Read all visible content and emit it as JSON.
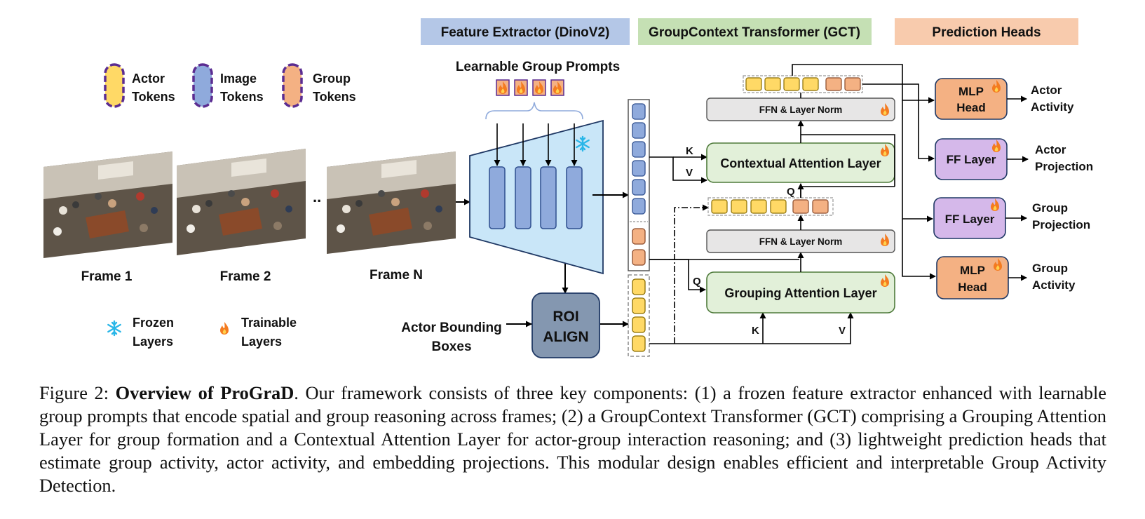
{
  "header_boxes": {
    "feature_extractor": "Feature Extractor (DinoV2)",
    "gct": "GroupContext Transformer (GCT)",
    "prediction_heads": "Prediction Heads"
  },
  "legend": {
    "actor_tokens": [
      "Actor",
      "Tokens"
    ],
    "image_tokens": [
      "Image",
      "Tokens"
    ],
    "group_tokens": [
      "Group",
      "Tokens"
    ],
    "frozen_layers": [
      "Frozen",
      "Layers"
    ],
    "trainable_layers": [
      "Trainable",
      "Layers"
    ]
  },
  "frames": {
    "frame1": "Frame 1",
    "frame2": "Frame 2",
    "frameN": "Frame N",
    "dots": ".."
  },
  "learnable_group_prompts": "Learnable Group Prompts",
  "roi_align": [
    "ROI",
    "ALIGN"
  ],
  "actor_bounding_boxes": [
    "Actor Bounding",
    "Boxes"
  ],
  "ffn_layer_norm": "FFN & Layer Norm",
  "contextual_attention_layer": "Contextual Attention Layer",
  "grouping_attention_layer": "Grouping Attention Layer",
  "qkv": {
    "k": "K",
    "v": "V",
    "q": "Q"
  },
  "heads": {
    "mlp_head": [
      "MLP",
      "Head"
    ],
    "ff_layer": "FF Layer",
    "actor_activity": [
      "Actor",
      "Activity"
    ],
    "actor_projection": [
      "Actor",
      "Projection"
    ],
    "group_projection": [
      "Group",
      "Projection"
    ],
    "group_activity": [
      "Group",
      "Activity"
    ]
  },
  "caption": {
    "prefix": "Figure 2: ",
    "bold": "Overview of ProGraD",
    "body": ". Our framework consists of three key components: (1) a frozen feature extractor enhanced with learnable group prompts that encode spatial and group reasoning across frames; (2) a GroupContext Transformer (GCT) comprising a Grouping Attention Layer for group formation and a Contextual Attention Layer for actor-group interaction reasoning; and (3) lightweight prediction heads that estimate group activity, actor activity, and embedding projections. This modular design enables efficient and interpretable Group Activity Detection."
  },
  "colors": {
    "actor_token": "#FFD966",
    "image_token": "#8FAADC",
    "group_token": "#F4B183",
    "token_border": "#5B2C91",
    "header_blue": "#B4C7E7",
    "header_green": "#C5E0B4",
    "header_orange": "#F8CBAD",
    "extractor_fill": "#C9E6F8",
    "attention_fill": "#E2F0D9",
    "ffn_fill": "#E7E6E6",
    "roi_fill": "#8497B0",
    "mlp_fill": "#F4B183",
    "ff_fill": "#D5B8EA",
    "flame": "#F47B20",
    "snow": "#29B6E8"
  }
}
